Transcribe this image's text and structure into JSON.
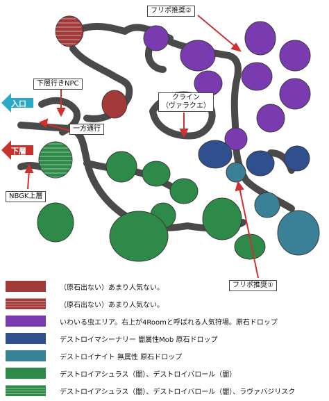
{
  "callouts": {
    "frepo2": "フリポ推奨②",
    "lower_npc": "下層行きNPC",
    "crain_line1": "クライン",
    "crain_line2": "（ヴァラクエ）",
    "oneway": "一方通行",
    "nbgk": "NBGK上層",
    "frepo1": "フリポ推奨①"
  },
  "exits": {
    "entrance": "入口",
    "lower": "下層"
  },
  "colors": {
    "red": "#a33a3a",
    "purple": "#7b3bb0",
    "navy": "#2f4f8f",
    "teal": "#3a8096",
    "green": "#2e8a48",
    "corridor": "#4a4a4a",
    "entrance_arrow": "#2aa8c8",
    "lower_arrow": "#c8322a"
  },
  "legend": [
    {
      "swatch": "red",
      "striped": false,
      "text": "（原石出ない）あまり人気ない。"
    },
    {
      "swatch": "red",
      "striped": true,
      "text": "（原石出ない）あまり人気ない。"
    },
    {
      "swatch": "purple",
      "striped": false,
      "text": "いわいる虫エリア。右上が4Roomと呼ばれる人気狩場。原石ドロップ"
    },
    {
      "swatch": "navy",
      "striped": false,
      "text": "デストロイマシーナリー 闇属性Mob 原石ドロップ"
    },
    {
      "swatch": "teal",
      "striped": false,
      "text": "デストロイナイト 無属性 原石ドロップ"
    },
    {
      "swatch": "green",
      "striped": false,
      "text": "デストロイアシュラス（闇）、デストロイバロール（闇）"
    },
    {
      "swatch": "green",
      "striped": true,
      "text": "デストロイアシュラス（闇）、デストロイバロール（闇）、ラヴァバジリスク"
    }
  ]
}
